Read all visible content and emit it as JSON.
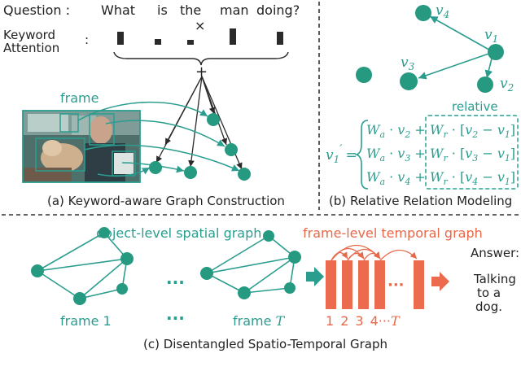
{
  "colors": {
    "teal": "#2a9d8f",
    "node": "#259a80",
    "orange": "#ec6a4d",
    "dark": "#2b2b2b",
    "photo": "#4f6f6a"
  },
  "panel_a": {
    "question_label": "Question :",
    "question_words": [
      "What",
      "is",
      "the",
      "man",
      "doing?"
    ],
    "times_symbol": "×",
    "plus_symbol": "+",
    "keyword_line1": "Keyword",
    "keyword_line2": "Attention",
    "keyword_colon": ":",
    "attention_weights": [
      0.8,
      0.35,
      0.3,
      1.0,
      0.8
    ],
    "frame_label": "frame",
    "caption": "(a) Keyword-aware Graph Construction"
  },
  "panel_b": {
    "nodes": [
      "v4",
      "v1",
      "v3",
      "v2"
    ],
    "node_labels": {
      "v4": "v",
      "v4_sub": "4",
      "v1": "v",
      "v1_sub": "1",
      "v3": "v",
      "v3_sub": "3",
      "v2": "v",
      "v2_sub": "2"
    },
    "relative_label": "relative",
    "lhs": "v",
    "lhs_sub": "1",
    "lhs_prime": "′",
    "equals": "=",
    "rows": [
      {
        "wa": "W",
        "wa_sub": "a",
        "v": "v",
        "v_sub": "2",
        "wr": "W",
        "wr_sub": "r",
        "diff_a": "v",
        "diff_a_sub": "2",
        "diff_b": "v",
        "diff_b_sub": "1"
      },
      {
        "wa": "W",
        "wa_sub": "a",
        "v": "v",
        "v_sub": "3",
        "wr": "W",
        "wr_sub": "r",
        "diff_a": "v",
        "diff_a_sub": "3",
        "diff_b": "v",
        "diff_b_sub": "1"
      },
      {
        "wa": "W",
        "wa_sub": "a",
        "v": "v",
        "v_sub": "4",
        "wr": "W",
        "wr_sub": "r",
        "diff_a": "v",
        "diff_a_sub": "4",
        "diff_b": "v",
        "diff_b_sub": "1"
      }
    ],
    "caption": "(b) Relative Relation Modeling"
  },
  "panel_c": {
    "spatial_title": "object-level spatial graph",
    "temporal_title": "frame-level temporal graph",
    "frame1_label": "frame 1",
    "frameT_label": "frame ",
    "frameT_var": "T",
    "dots": "···",
    "timeline_labels": [
      "1",
      "2",
      "3",
      "4"
    ],
    "timeline_dots": "···",
    "timeline_T": "T",
    "answer_label": "Answer:",
    "answer_lines": [
      "Talking",
      "to a",
      "dog."
    ],
    "caption": "(c) Disentangled Spatio-Temporal Graph"
  }
}
